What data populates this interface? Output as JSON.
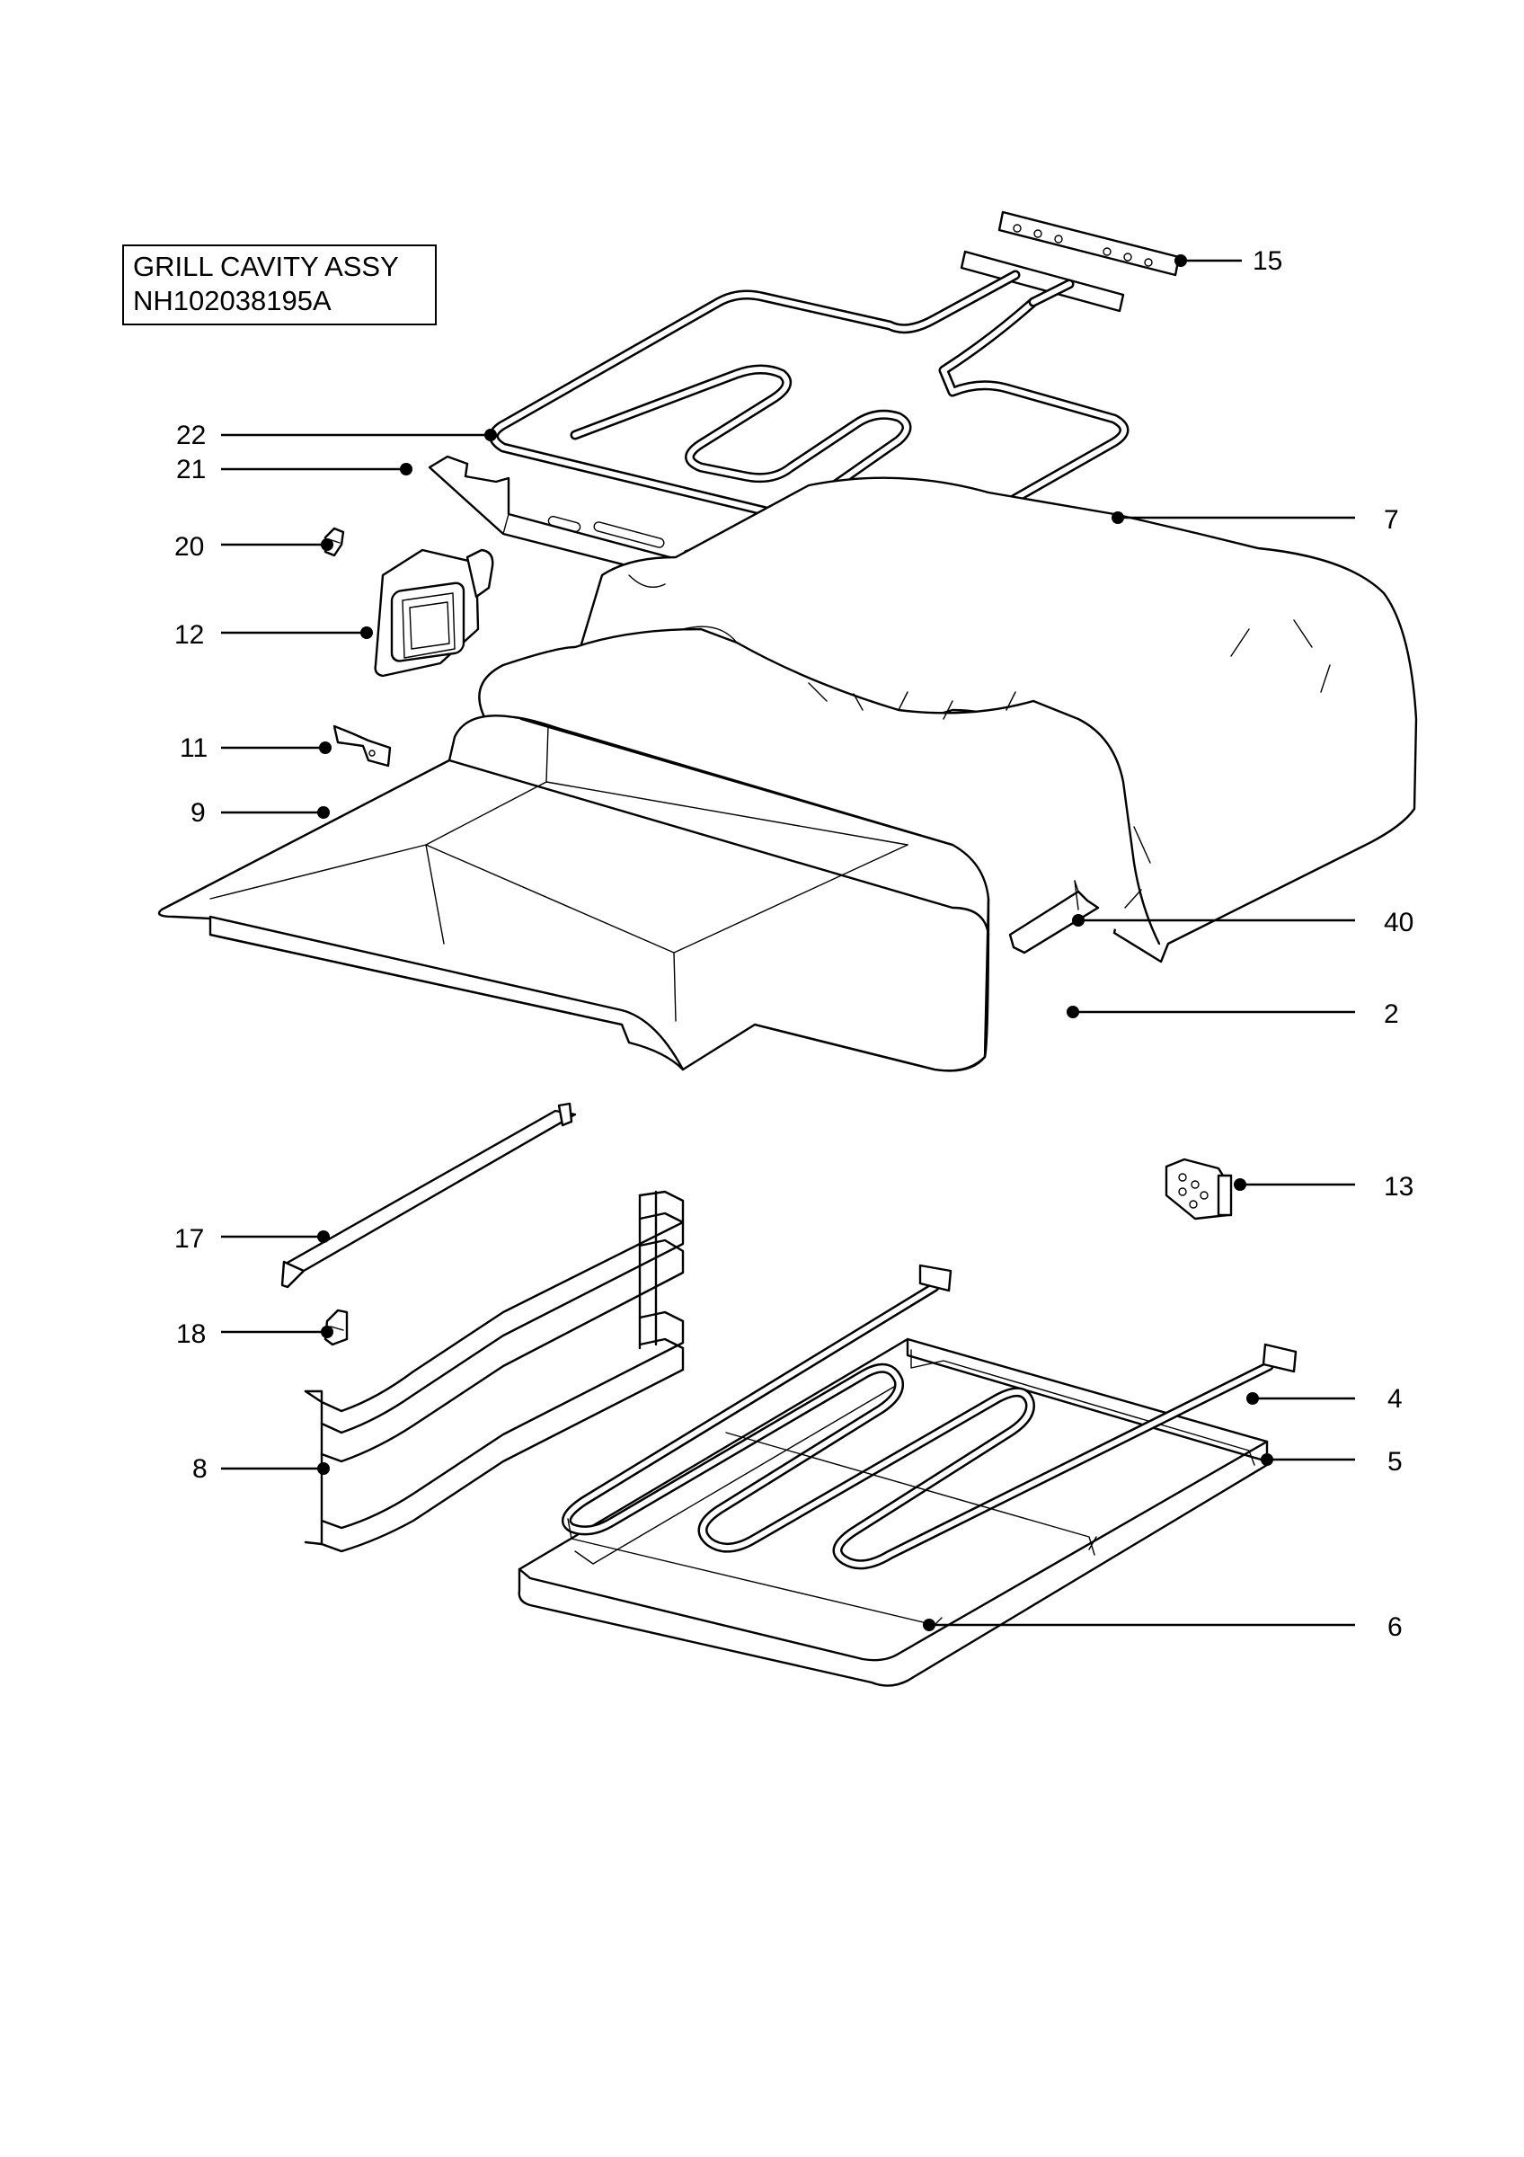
{
  "title": {
    "line1": "GRILL CAVITY ASSY",
    "line2": "NH102038195A"
  },
  "callouts": [
    {
      "id": "c15",
      "label": "15"
    },
    {
      "id": "c22",
      "label": "22"
    },
    {
      "id": "c21",
      "label": "21"
    },
    {
      "id": "c7",
      "label": "7"
    },
    {
      "id": "c20",
      "label": "20"
    },
    {
      "id": "c12",
      "label": "12"
    },
    {
      "id": "c11",
      "label": "11"
    },
    {
      "id": "c9",
      "label": "9"
    },
    {
      "id": "c40",
      "label": "40"
    },
    {
      "id": "c2",
      "label": "2"
    },
    {
      "id": "c13",
      "label": "13"
    },
    {
      "id": "c17",
      "label": "17"
    },
    {
      "id": "c18",
      "label": "18"
    },
    {
      "id": "c4",
      "label": "4"
    },
    {
      "id": "c5",
      "label": "5"
    },
    {
      "id": "c8",
      "label": "8"
    },
    {
      "id": "c6",
      "label": "6"
    }
  ]
}
